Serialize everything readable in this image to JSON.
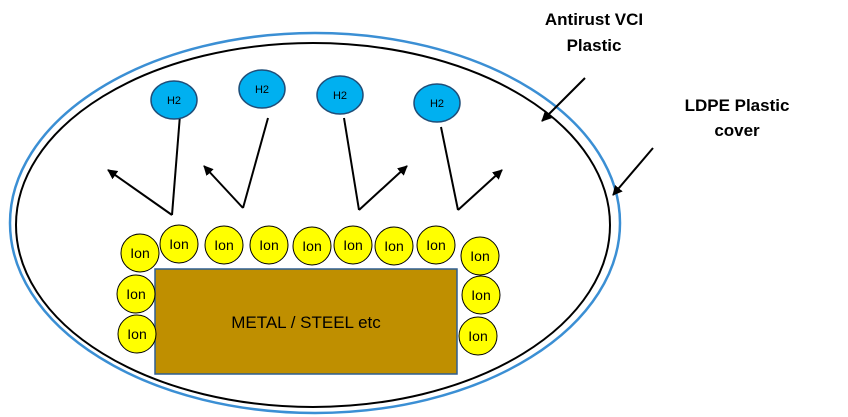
{
  "labels": {
    "vci_line1": "Antirust VCI",
    "vci_line2": "Plastic",
    "ldpe_line1": "LDPE Plastic",
    "ldpe_line2": "cover"
  },
  "metal_label": "METAL / STEEL  etc",
  "h2_label": "H2",
  "ion_label": "Ion",
  "colors": {
    "outer_border": "#3b8fd4",
    "inner_border": "#000000",
    "metal_fill": "#bf8f00",
    "metal_border": "#2e5e91",
    "ion_fill": "#ffff00",
    "ion_border": "#000000",
    "h2_fill": "#00b0f0",
    "h2_border": "#1f4e79"
  }
}
